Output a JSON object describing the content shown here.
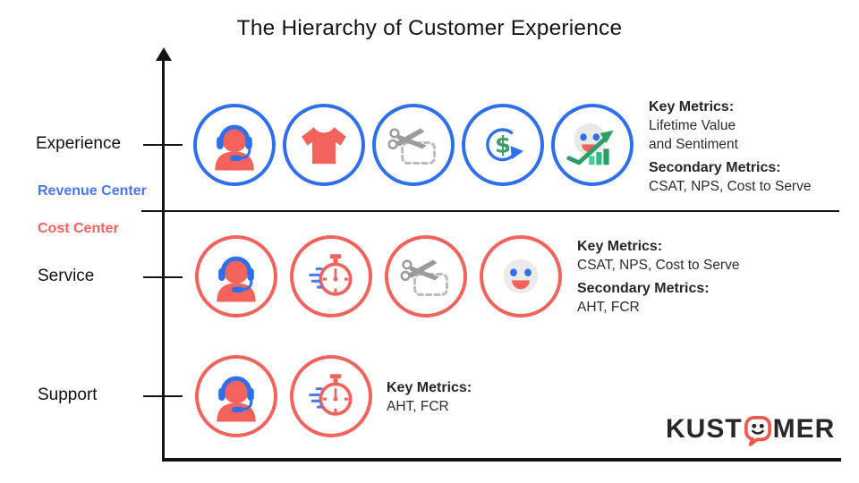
{
  "title": "The Hierarchy of Customer Experience",
  "axis_labels": {
    "revenue_center": "Revenue Center",
    "cost_center": "Cost Center"
  },
  "colors": {
    "blue": "#2e6ff0",
    "coral": "#f4625c",
    "green": "#2f9e63",
    "gray_icon": "#9b9b9b",
    "axis_black": "#141414"
  },
  "rows": [
    {
      "label": "Experience",
      "circle_color": "blue",
      "icons": [
        "support-agent",
        "tshirt",
        "coupon-cut",
        "dollar-retention",
        "sentiment-growth"
      ],
      "metrics": [
        {
          "text": "Key Metrics:",
          "bold": true
        },
        {
          "text": "Lifetime Value",
          "bold": false
        },
        {
          "text": "and Sentiment",
          "bold": false
        },
        {
          "text": "Secondary Metrics:",
          "bold": true
        },
        {
          "text": "CSAT, NPS, Cost to Serve",
          "bold": false
        }
      ]
    },
    {
      "label": "Service",
      "circle_color": "red",
      "icons": [
        "support-agent",
        "fast-stopwatch",
        "coupon-cut",
        "smiley"
      ],
      "metrics": [
        {
          "text": "Key Metrics:",
          "bold": true
        },
        {
          "text": "CSAT, NPS, Cost to Serve",
          "bold": false
        },
        {
          "text": "Secondary Metrics:",
          "bold": true
        },
        {
          "text": "AHT, FCR",
          "bold": false
        }
      ]
    },
    {
      "label": "Support",
      "circle_color": "red",
      "icons": [
        "support-agent",
        "fast-stopwatch"
      ],
      "metrics": [
        {
          "text": "Key Metrics:",
          "bold": true
        },
        {
          "text": "AHT, FCR",
          "bold": false
        }
      ]
    }
  ],
  "logo": {
    "prefix": "KUST",
    "suffix": "MER"
  }
}
